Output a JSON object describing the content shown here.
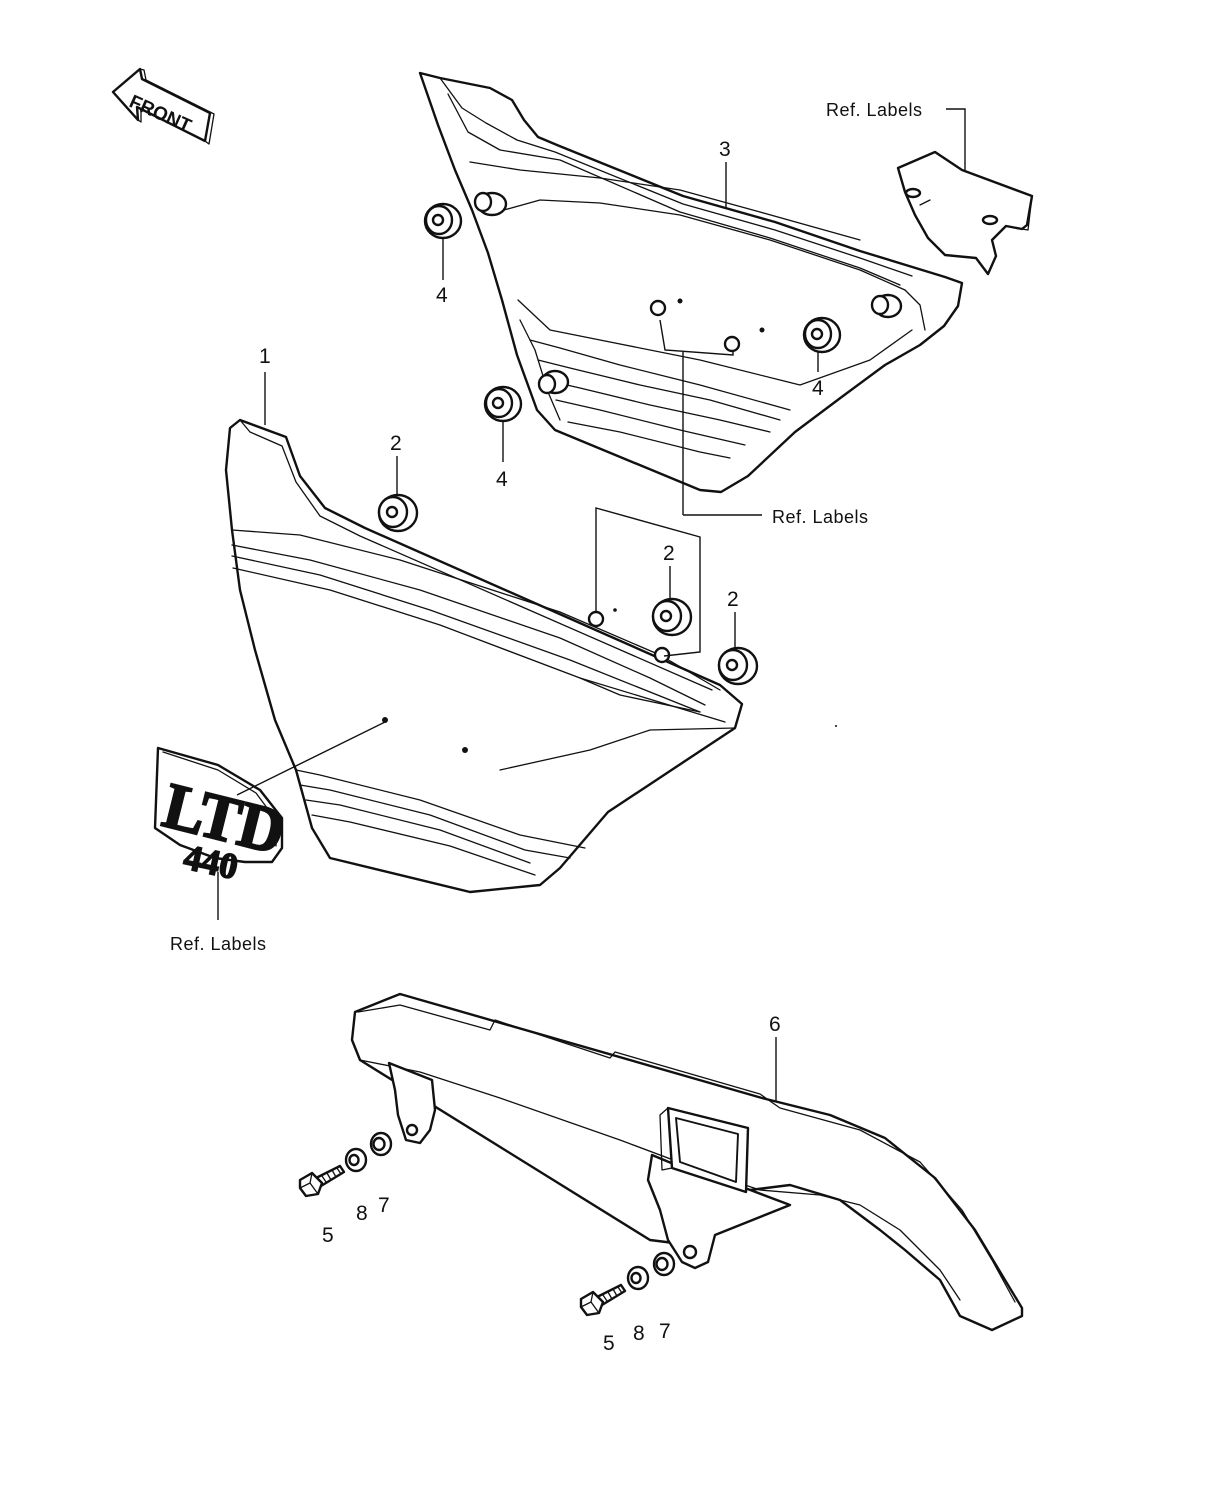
{
  "front_arrow": {
    "text": "FRONT"
  },
  "labels": {
    "ref_labels_top": "Ref. Labels",
    "ref_labels_mid": "Ref. Labels",
    "ref_labels_bottom": "Ref. Labels"
  },
  "emblem": {
    "line1": "LTD",
    "line2": "440"
  },
  "callouts": {
    "c1": "1",
    "c2a": "2",
    "c2b": "2",
    "c2c": "2",
    "c3": "3",
    "c4a": "4",
    "c4b": "4",
    "c4c": "4",
    "c5a": "5",
    "c5b": "5",
    "c6": "6",
    "c7a": "7",
    "c7b": "7",
    "c8a": "8",
    "c8b": "8"
  }
}
